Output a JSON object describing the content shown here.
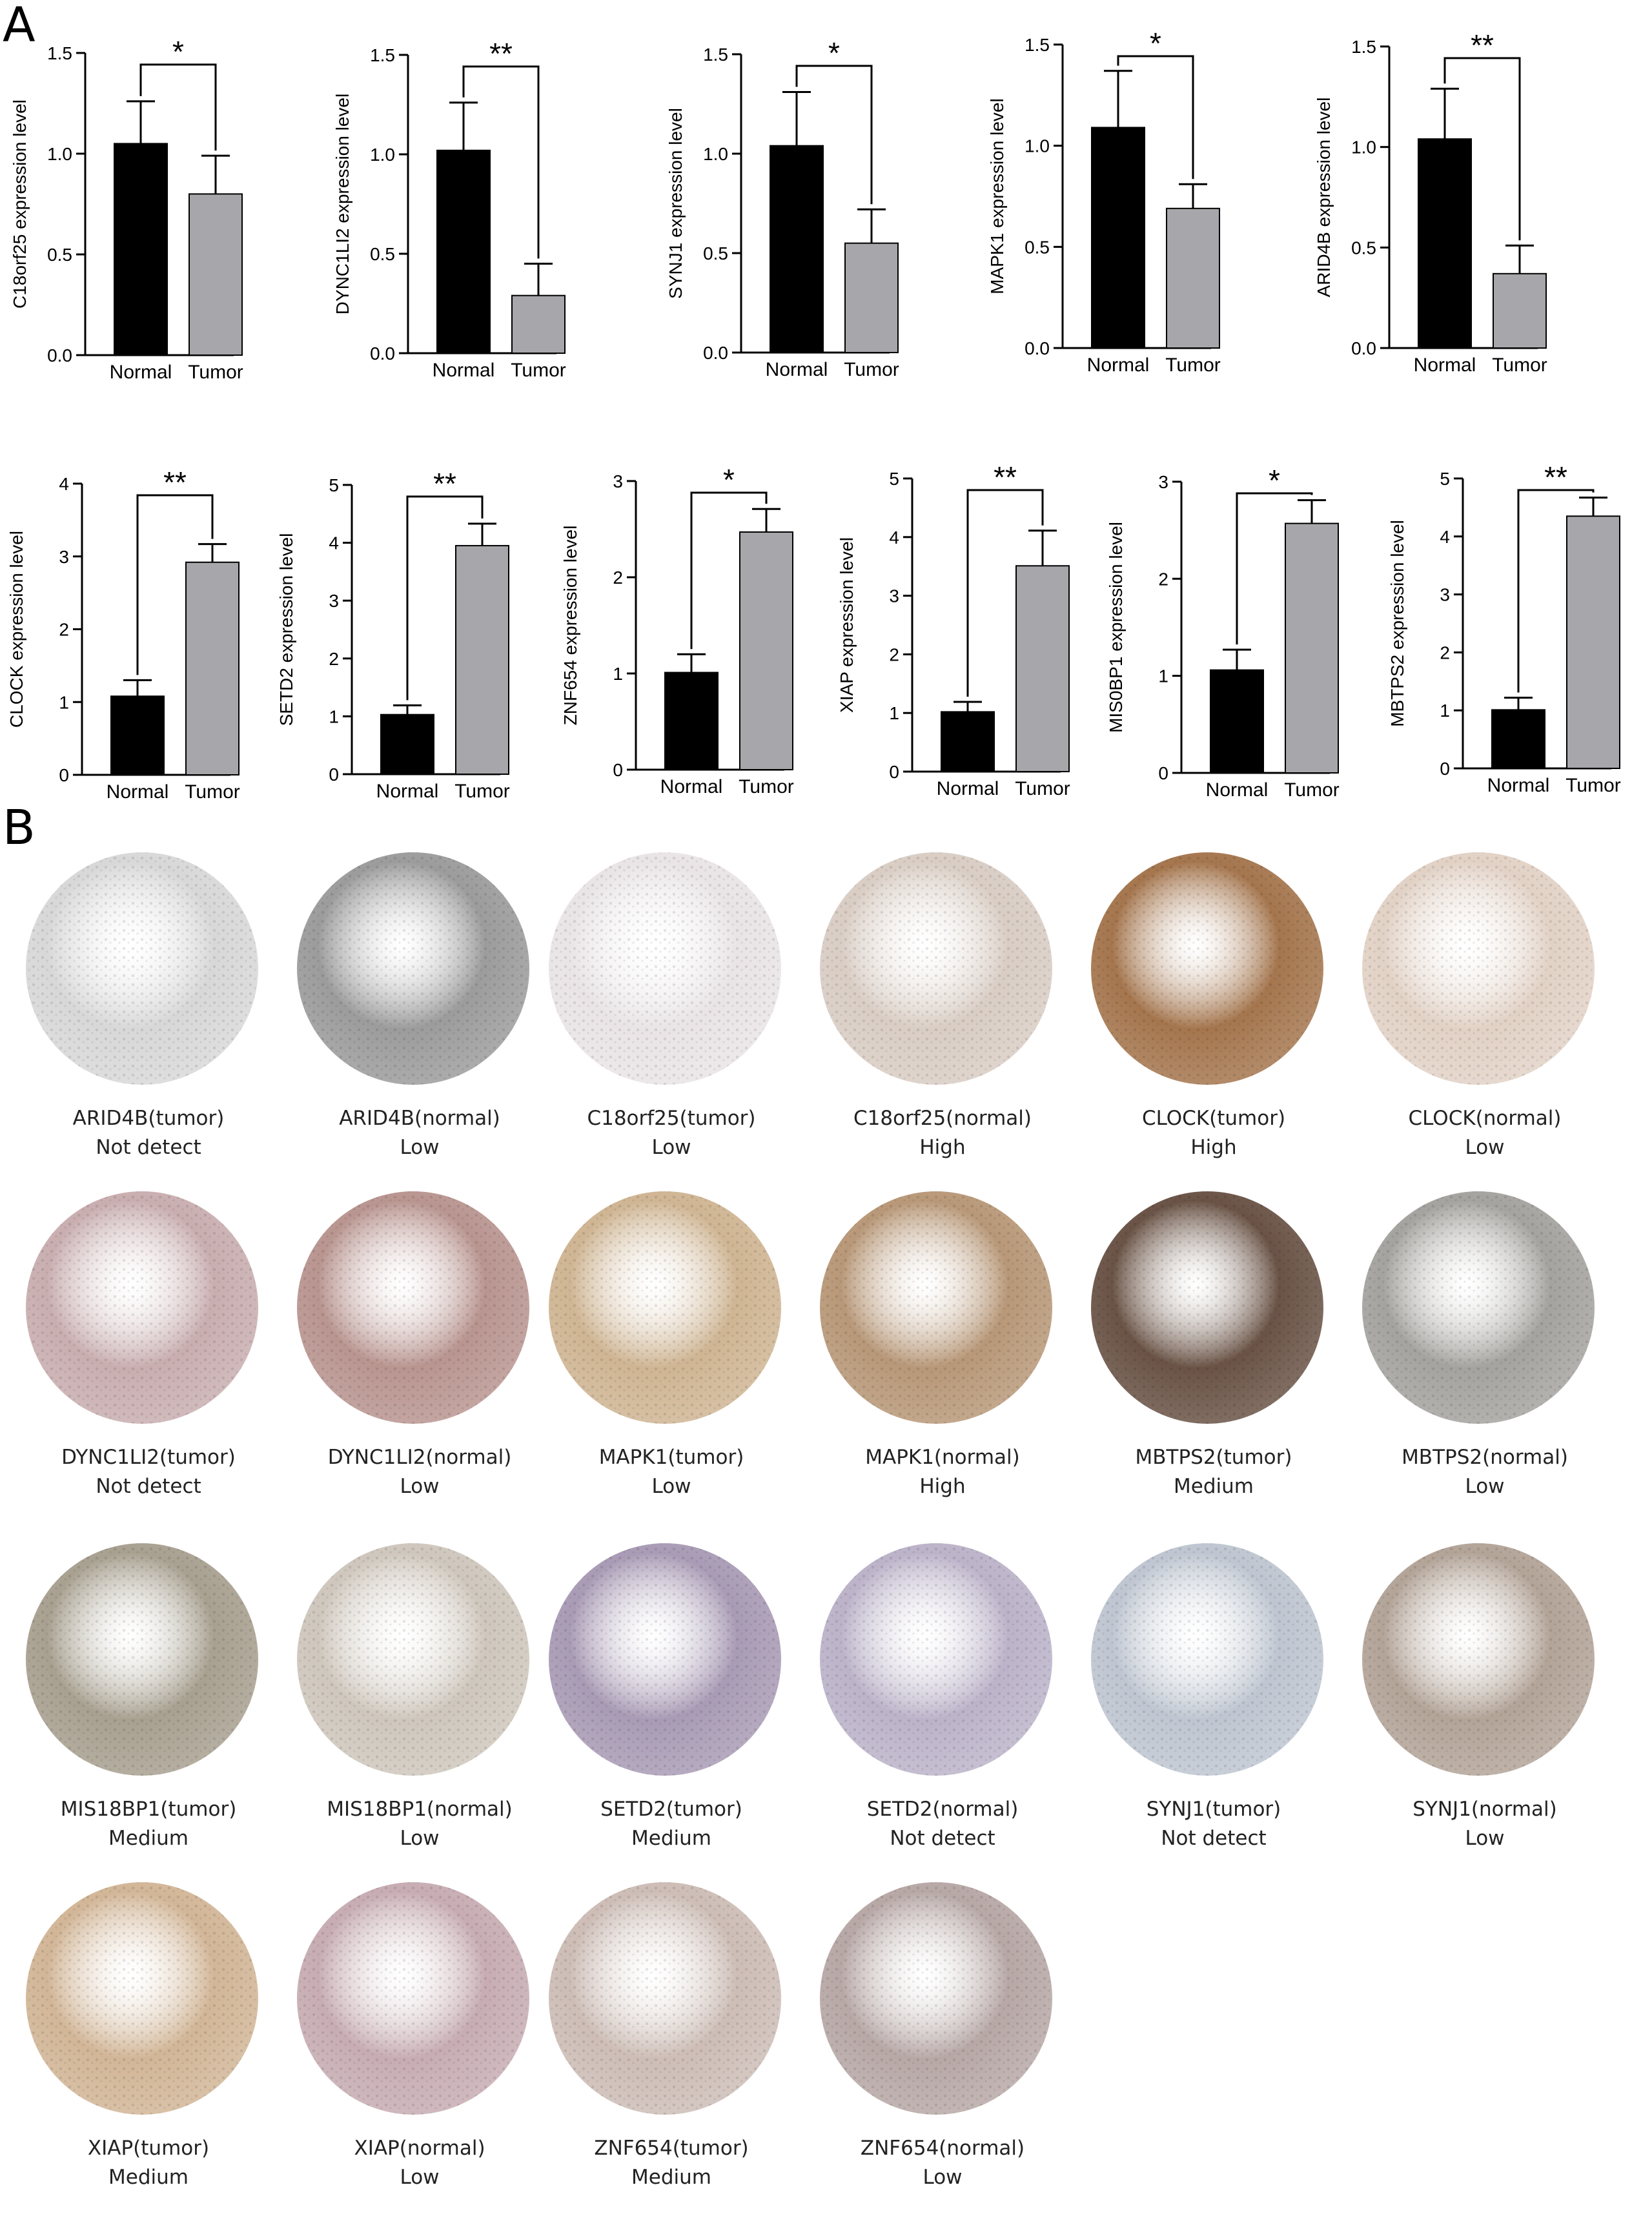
{
  "panel_labels": {
    "a": "A",
    "b": "B"
  },
  "chart_data": [
    {
      "type": "bar",
      "ylabel": "C18orf25 expression level",
      "categories": [
        "Normal",
        "Tumor"
      ],
      "values": [
        1.05,
        0.8
      ],
      "errors": [
        0.21,
        0.19
      ],
      "ylim": [
        0,
        1.5
      ],
      "yticks": [
        "0.0",
        "0.5",
        "1.0",
        "1.5"
      ],
      "significance": "*"
    },
    {
      "type": "bar",
      "ylabel": "DYNC1LI2 expression level",
      "categories": [
        "Normal",
        "Tumor"
      ],
      "values": [
        1.02,
        0.29
      ],
      "errors": [
        0.24,
        0.16
      ],
      "ylim": [
        0,
        1.5
      ],
      "yticks": [
        "0.0",
        "0.5",
        "1.0",
        "1.5"
      ],
      "significance": "**"
    },
    {
      "type": "bar",
      "ylabel": "SYNJ1 expression level",
      "categories": [
        "Normal",
        "Tumor"
      ],
      "values": [
        1.04,
        0.55
      ],
      "errors": [
        0.27,
        0.17
      ],
      "ylim": [
        0,
        1.5
      ],
      "yticks": [
        "0.0",
        "0.5",
        "1.0",
        "1.5"
      ],
      "significance": "*"
    },
    {
      "type": "bar",
      "ylabel": "MAPK1 expression level",
      "categories": [
        "Normal",
        "Tumor"
      ],
      "values": [
        1.09,
        0.69
      ],
      "errors": [
        0.28,
        0.12
      ],
      "ylim": [
        0,
        1.5
      ],
      "yticks": [
        "0.0",
        "0.5",
        "1.0",
        "1.5"
      ],
      "significance": "*"
    },
    {
      "type": "bar",
      "ylabel": "ARID4B expression level",
      "categories": [
        "Normal",
        "Tumor"
      ],
      "values": [
        1.04,
        0.37
      ],
      "errors": [
        0.25,
        0.14
      ],
      "ylim": [
        0,
        1.5
      ],
      "yticks": [
        "0.0",
        "0.5",
        "1.0",
        "1.5"
      ],
      "significance": "**"
    },
    {
      "type": "bar",
      "ylabel": "CLOCK expression level",
      "categories": [
        "Normal",
        "Tumor"
      ],
      "values": [
        1.08,
        2.92
      ],
      "errors": [
        0.22,
        0.25
      ],
      "ylim": [
        0,
        4
      ],
      "yticks": [
        "0",
        "1",
        "2",
        "3",
        "4"
      ],
      "significance": "**"
    },
    {
      "type": "bar",
      "ylabel": "SETD2 expression level",
      "categories": [
        "Normal",
        "Tumor"
      ],
      "values": [
        1.03,
        3.95
      ],
      "errors": [
        0.16,
        0.38
      ],
      "ylim": [
        0,
        5
      ],
      "yticks": [
        "0",
        "1",
        "2",
        "3",
        "4",
        "5"
      ],
      "significance": "**"
    },
    {
      "type": "bar",
      "ylabel": "ZNF654 expression level",
      "categories": [
        "Normal",
        "Tumor"
      ],
      "values": [
        1.01,
        2.47
      ],
      "errors": [
        0.19,
        0.24
      ],
      "ylim": [
        0,
        3
      ],
      "yticks": [
        "0",
        "1",
        "2",
        "3"
      ],
      "significance": "*"
    },
    {
      "type": "bar",
      "ylabel": "XIAP expression level",
      "categories": [
        "Normal",
        "Tumor"
      ],
      "values": [
        1.02,
        3.51
      ],
      "errors": [
        0.17,
        0.6
      ],
      "ylim": [
        0,
        5
      ],
      "yticks": [
        "0",
        "1",
        "2",
        "3",
        "4",
        "5"
      ],
      "significance": "**"
    },
    {
      "type": "bar",
      "ylabel": "MIS0BP1 expression level",
      "categories": [
        "Normal",
        "Tumor"
      ],
      "values": [
        1.06,
        2.57
      ],
      "errors": [
        0.21,
        0.24
      ],
      "ylim": [
        0,
        3
      ],
      "yticks": [
        "0",
        "1",
        "2",
        "3"
      ],
      "significance": "*"
    },
    {
      "type": "bar",
      "ylabel": "MBTPS2 expression level",
      "categories": [
        "Normal",
        "Tumor"
      ],
      "values": [
        1.01,
        4.35
      ],
      "errors": [
        0.21,
        0.32
      ],
      "ylim": [
        0,
        5
      ],
      "yticks": [
        "0",
        "1",
        "2",
        "3",
        "4",
        "5"
      ],
      "significance": "**"
    }
  ],
  "colors": {
    "normal_bar": "#000000",
    "tumor_bar": "#a7a7ab",
    "axis": "#000000"
  },
  "tissue_samples": [
    {
      "name": "ARID4B(tumor)",
      "level": "Not detect",
      "tone": "#d8d8d8"
    },
    {
      "name": "ARID4B(normal)",
      "level": "Low",
      "tone": "#9c9c9c"
    },
    {
      "name": "C18orf25(tumor)",
      "level": "Low",
      "tone": "#e9e4e6"
    },
    {
      "name": "C18orf25(normal)",
      "level": "High",
      "tone": "#d9cdc4"
    },
    {
      "name": "CLOCK(tumor)",
      "level": "High",
      "tone": "#a5764e"
    },
    {
      "name": "CLOCK(normal)",
      "level": "Low",
      "tone": "#e2d2c6"
    },
    {
      "name": "DYNC1LI2(tumor)",
      "level": "Not detect",
      "tone": "#c9aeb0"
    },
    {
      "name": "DYNC1LI2(normal)",
      "level": "Low",
      "tone": "#b99590"
    },
    {
      "name": "MAPK1(tumor)",
      "level": "Low",
      "tone": "#cfb593"
    },
    {
      "name": "MAPK1(normal)",
      "level": "High",
      "tone": "#b89878"
    },
    {
      "name": "MBTPS2(tumor)",
      "level": "Medium",
      "tone": "#6a5346"
    },
    {
      "name": "MBTPS2(normal)",
      "level": "Low",
      "tone": "#a5a39f"
    },
    {
      "name": "MIS18BP1(tumor)",
      "level": "Medium",
      "tone": "#a8a090"
    },
    {
      "name": "MIS18BP1(normal)",
      "level": "Low",
      "tone": "#cfc7bd"
    },
    {
      "name": "SETD2(tumor)",
      "level": "Medium",
      "tone": "#a99bb5"
    },
    {
      "name": "SETD2(normal)",
      "level": "Not detect",
      "tone": "#bcb3c9"
    },
    {
      "name": "SYNJ1(tumor)",
      "level": "Not detect",
      "tone": "#bfc6d1"
    },
    {
      "name": "SYNJ1(normal)",
      "level": "Low",
      "tone": "#b3a498"
    },
    {
      "name": "XIAP(tumor)",
      "level": "Medium",
      "tone": "#d2b697"
    },
    {
      "name": "XIAP(normal)",
      "level": "Low",
      "tone": "#c7adb3"
    },
    {
      "name": "ZNF654(tumor)",
      "level": "Medium",
      "tone": "#cdbdb6"
    },
    {
      "name": "ZNF654(normal)",
      "level": "Low",
      "tone": "#b7a8a6"
    }
  ]
}
